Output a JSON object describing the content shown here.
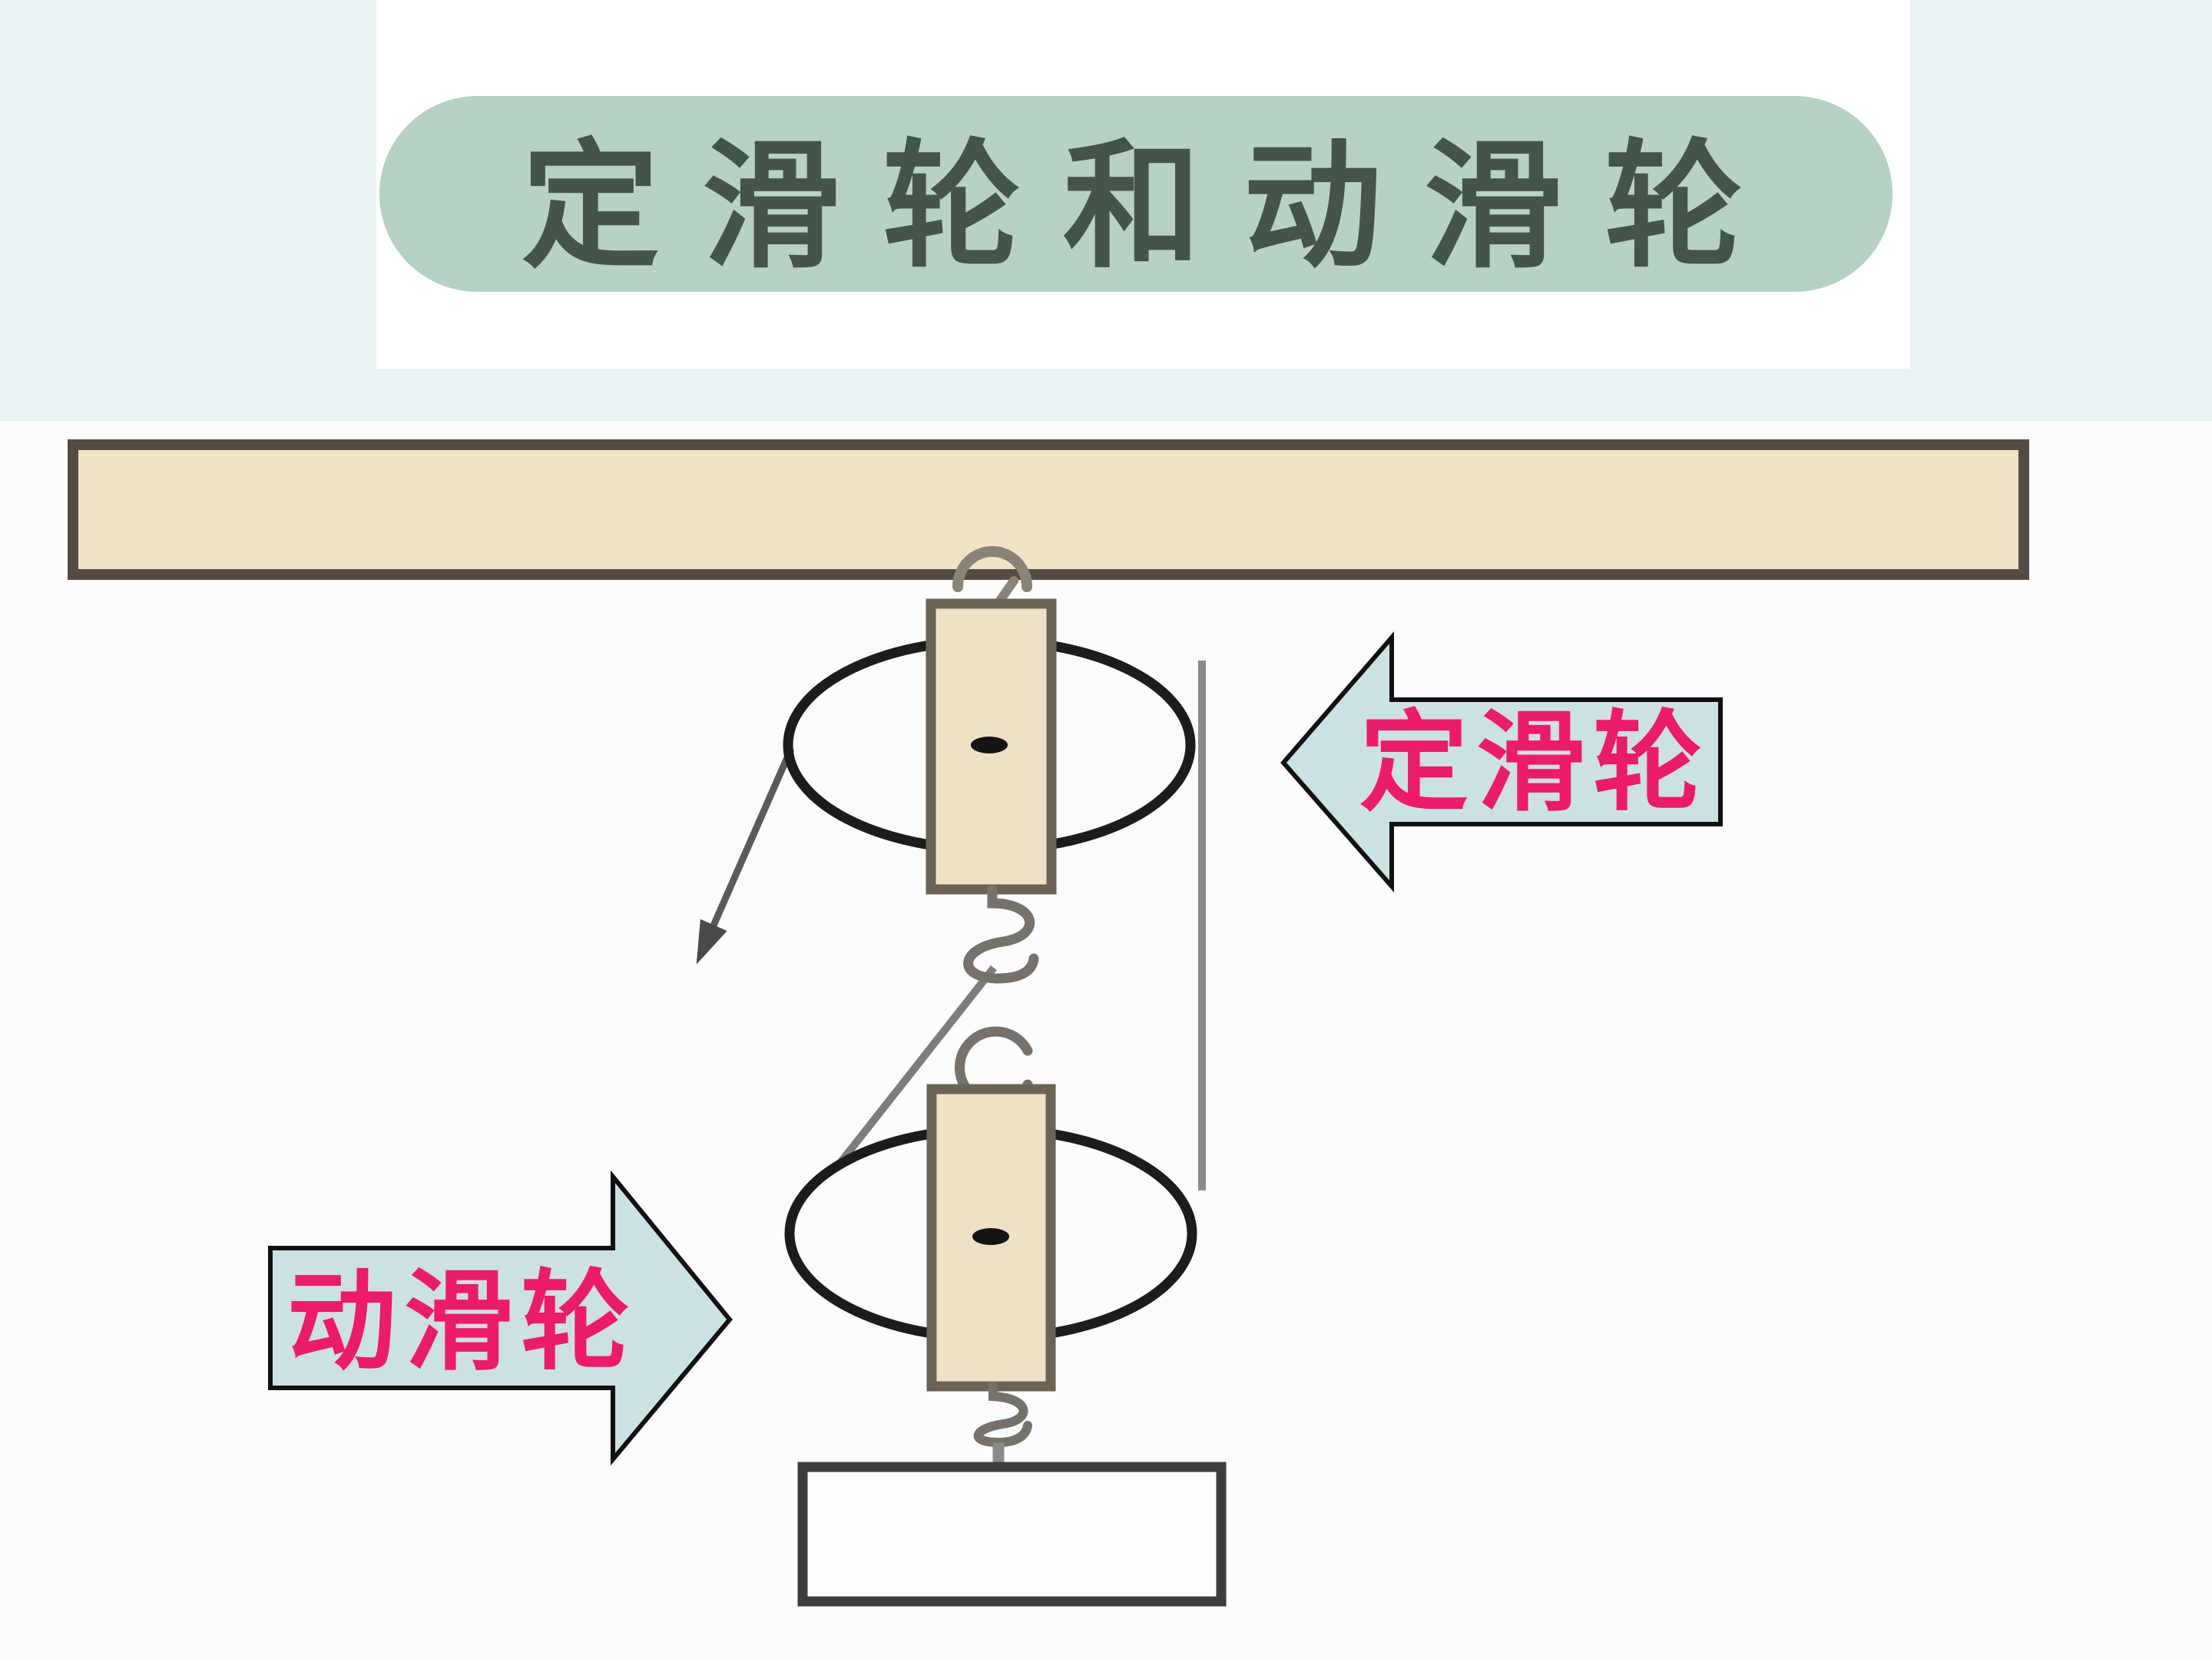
{
  "title": {
    "text": "定滑轮和动滑轮"
  },
  "labels": {
    "fixed_pulley": {
      "text": "定滑轮"
    },
    "movable_pulley": {
      "text": "动滑轮"
    }
  },
  "diagram_elements": [
    "ceiling-beam",
    "beam-hook",
    "fixed-pulley-wheel",
    "fixed-pulley-block",
    "fixed-pulley-axle",
    "fixed-pulley-bottom-hook",
    "pull-rope-with-arrowhead",
    "vertical-rope",
    "diagonal-rope",
    "movable-pulley-top-hook",
    "movable-pulley-wheel",
    "movable-pulley-block",
    "movable-pulley-axle",
    "movable-pulley-bottom-hook",
    "load-weight-box"
  ],
  "colors": {
    "page_bg": "#fbfdfd",
    "top_band_bg": "#e8f2f2",
    "title_card_bg": "#ffffff",
    "title_pill_bg": "#b6d2c4",
    "title_text": "#45544a",
    "label_arrow_fill": "#cbe2e4",
    "label_arrow_border": "#111111",
    "label_text": "#ee1a6b",
    "beam_fill": "#f2e3c5",
    "beam_border": "#544c42",
    "pulley_block_fill": "#f0e1c4",
    "pulley_block_border": "#6b6454",
    "wheel_stroke": "#1c1c1c",
    "rope_gray": "#8b8b8b",
    "hook_gray": "#76716a",
    "weight_fill": "#fdfdfd",
    "weight_border": "#3d3d3d"
  }
}
